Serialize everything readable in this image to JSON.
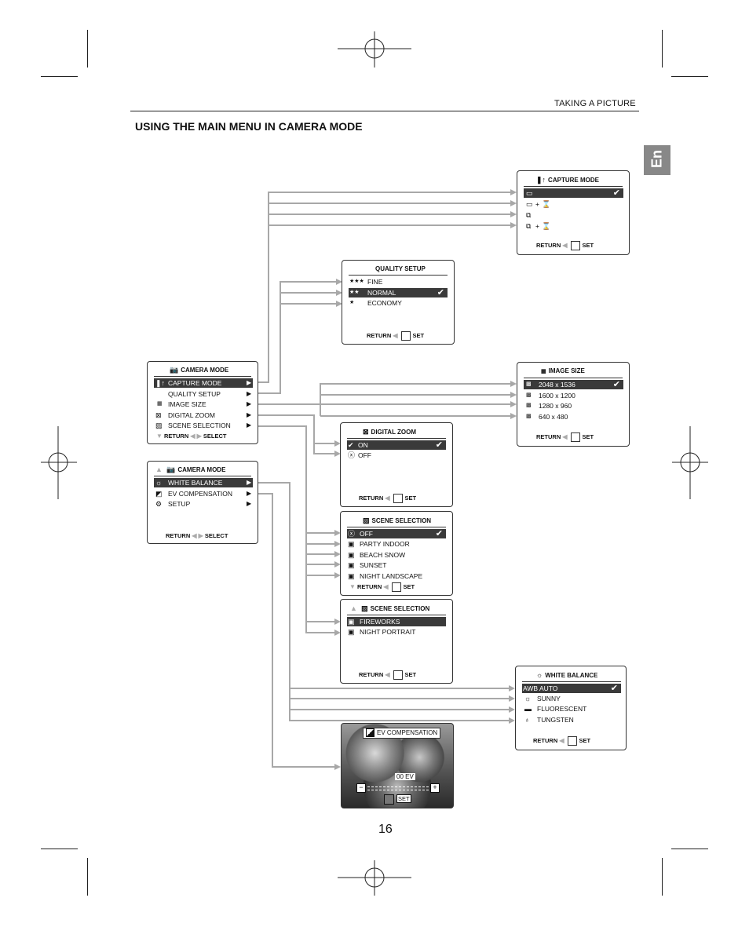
{
  "running_head": "TAKING A PICTURE",
  "section_title": "USING THE MAIN MENU IN CAMERA MODE",
  "lang_tab": "En",
  "page_number": "16",
  "camera_mode_1": {
    "title": "CAMERA MODE",
    "items": [
      "CAPTURE MODE",
      "QUALITY SETUP",
      "IMAGE SIZE",
      "DIGITAL ZOOM",
      "SCENE SELECTION"
    ],
    "footer_return": "RETURN",
    "footer_select": "SELECT"
  },
  "camera_mode_2": {
    "title": "CAMERA MODE",
    "items": [
      "WHITE BALANCE",
      "EV COMPENSATION",
      "SETUP"
    ],
    "footer_return": "RETURN",
    "footer_select": "SELECT"
  },
  "capture_mode": {
    "title": "CAPTURE MODE",
    "items": [
      "",
      "+",
      "",
      "+"
    ],
    "footer_return": "RETURN",
    "footer_set": "SET"
  },
  "quality_setup": {
    "title": "QUALITY SETUP",
    "items": [
      "FINE",
      "NORMAL",
      "ECONOMY"
    ],
    "icons": [
      "★★★",
      "★★",
      "★"
    ],
    "footer_return": "RETURN",
    "footer_set": "SET"
  },
  "image_size": {
    "title": "IMAGE SIZE",
    "items": [
      "2048 x 1536",
      "1600 x 1200",
      "1280 x 960",
      "640 x 480"
    ],
    "footer_return": "RETURN",
    "footer_set": "SET"
  },
  "digital_zoom": {
    "title": "DIGITAL  ZOOM",
    "items": [
      "ON",
      "OFF"
    ],
    "footer_return": "RETURN",
    "footer_set": "SET"
  },
  "scene_selection_1": {
    "title": "SCENE  SELECTION",
    "items": [
      "OFF",
      "PARTY INDOOR",
      "BEACH SNOW",
      "SUNSET",
      "NIGHT LANDSCAPE"
    ],
    "footer_return": "RETURN",
    "footer_set": "SET"
  },
  "scene_selection_2": {
    "title": "SCENE  SELECTION",
    "items": [
      "FIREWORKS",
      "NIGHT PORTRAIT"
    ],
    "footer_return": "RETURN",
    "footer_set": "SET"
  },
  "white_balance": {
    "title": "WHITE BALANCE",
    "items": [
      "AWB AUTO",
      "SUNNY",
      "FLUORESCENT",
      "TUNGSTEN"
    ],
    "footer_return": "RETURN",
    "footer_set": "SET"
  },
  "ev_compensation": {
    "title": "EV COMPENSATION",
    "value": "00  EV",
    "minus": "−",
    "plus": "+",
    "set": "SET"
  },
  "colors": {
    "highlight": "#3a3a3a",
    "arrow": "#a8a8a8",
    "tab": "#888888"
  }
}
